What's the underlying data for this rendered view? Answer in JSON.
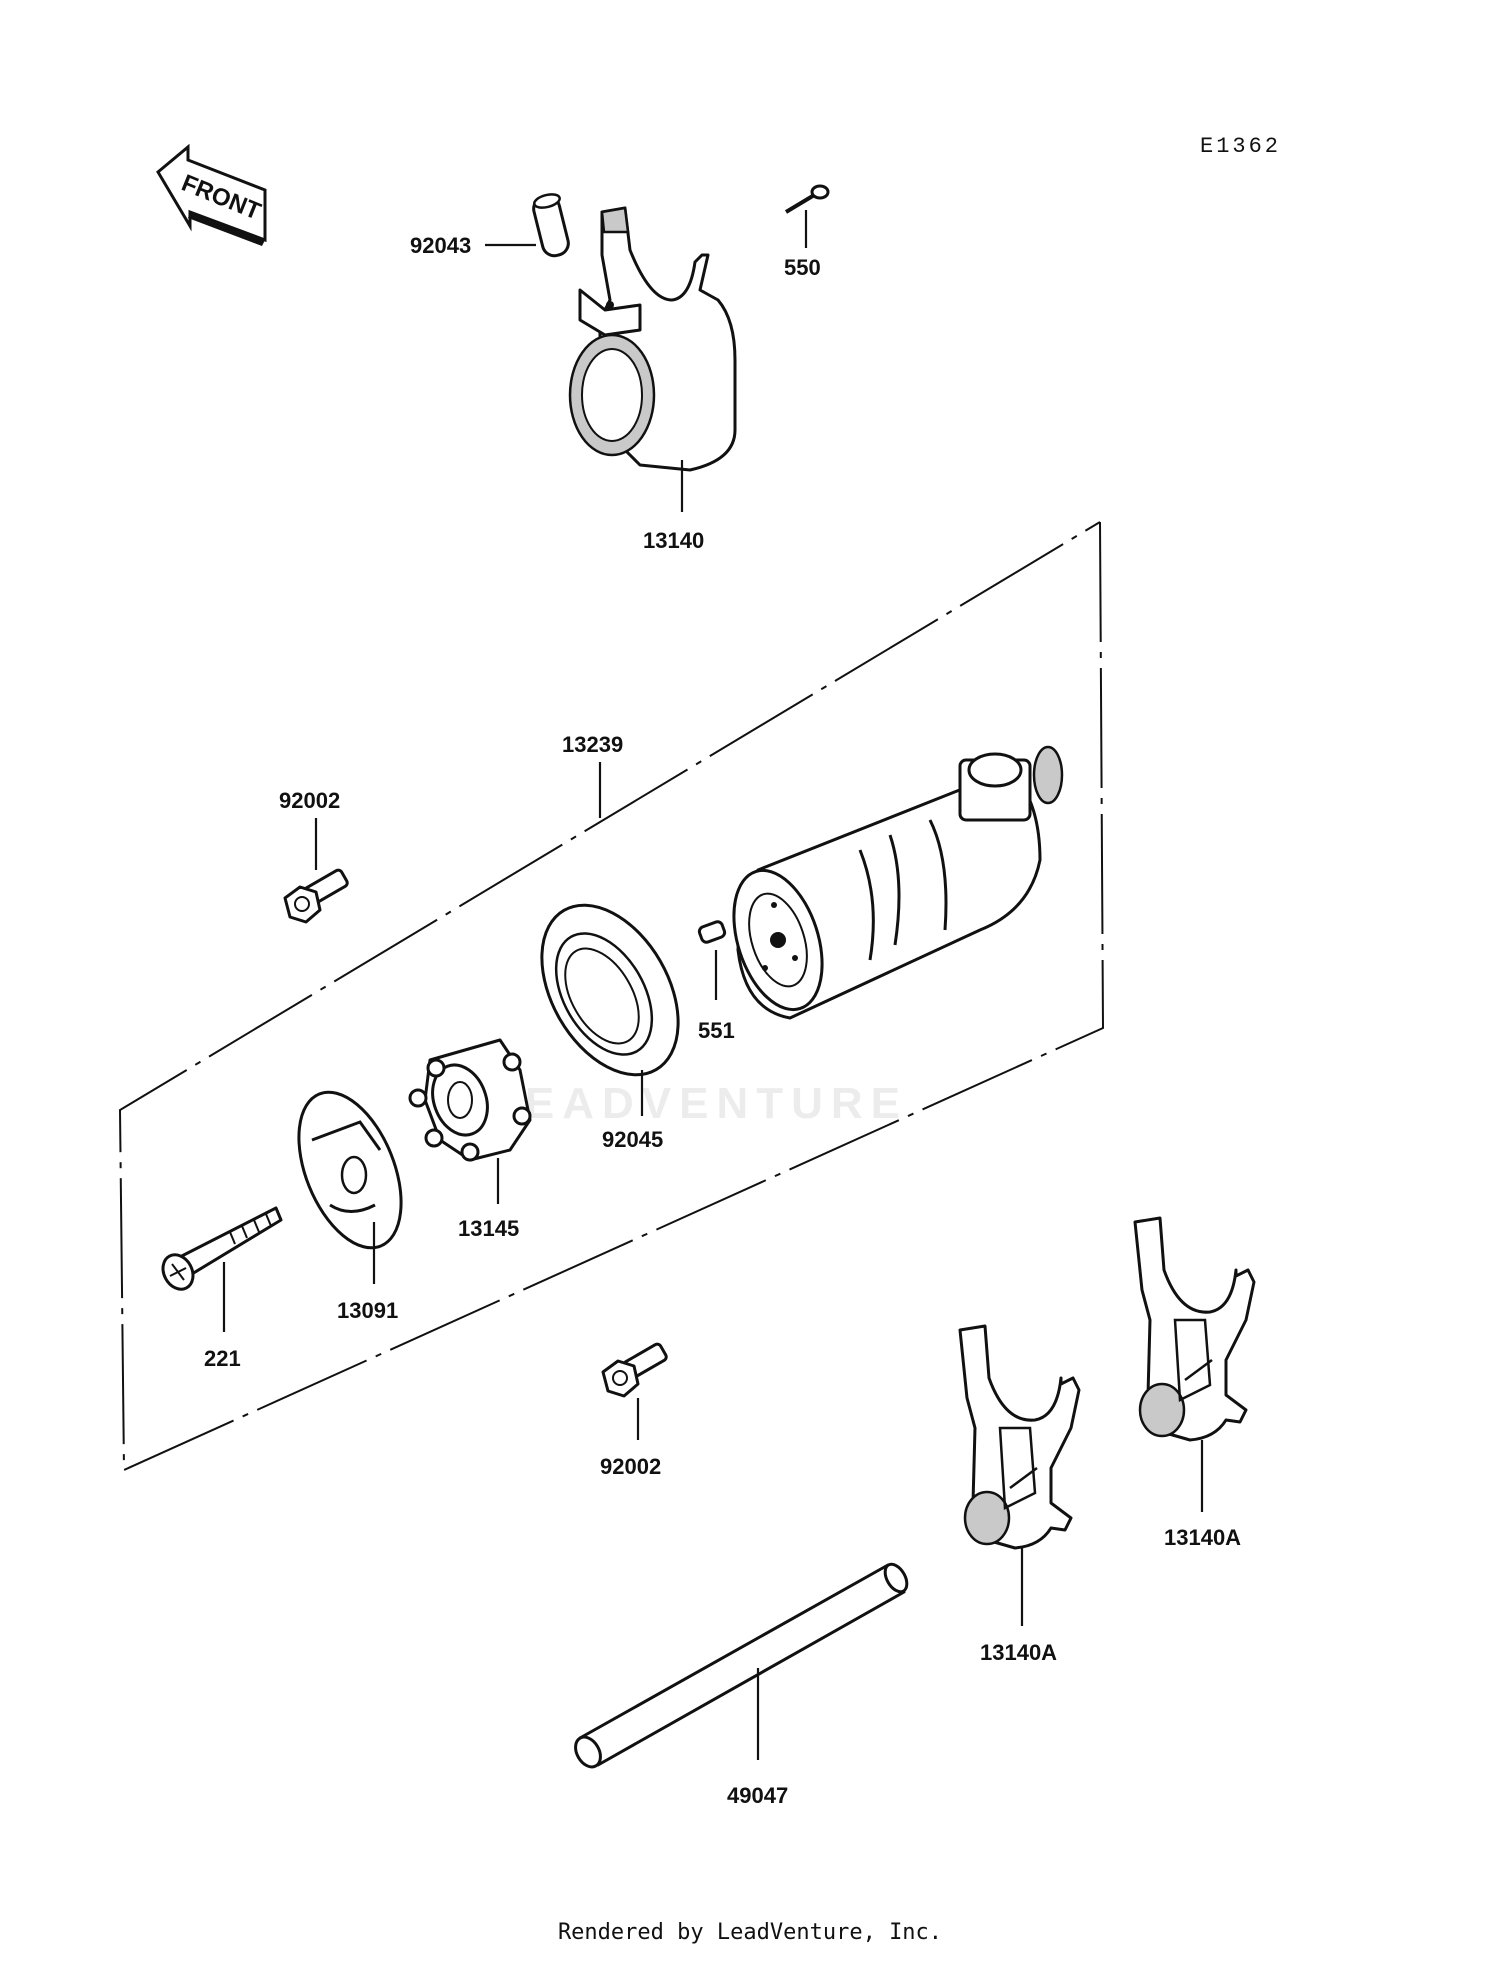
{
  "diagram_id": "E1362",
  "front_arrow_label": "FRONT",
  "watermark": "LEADVENTURE",
  "parts": {
    "p92043": "92043",
    "p550": "550",
    "p13140": "13140",
    "p13239": "13239",
    "p92002_top": "92002",
    "p551": "551",
    "p92045": "92045",
    "p13145": "13145",
    "p13091": "13091",
    "p221": "221",
    "p92002_bottom": "92002",
    "p13140A_right": "13140A",
    "p13140A_left": "13140A",
    "p49047": "49047"
  },
  "footer": "Rendered by LeadVenture, Inc."
}
